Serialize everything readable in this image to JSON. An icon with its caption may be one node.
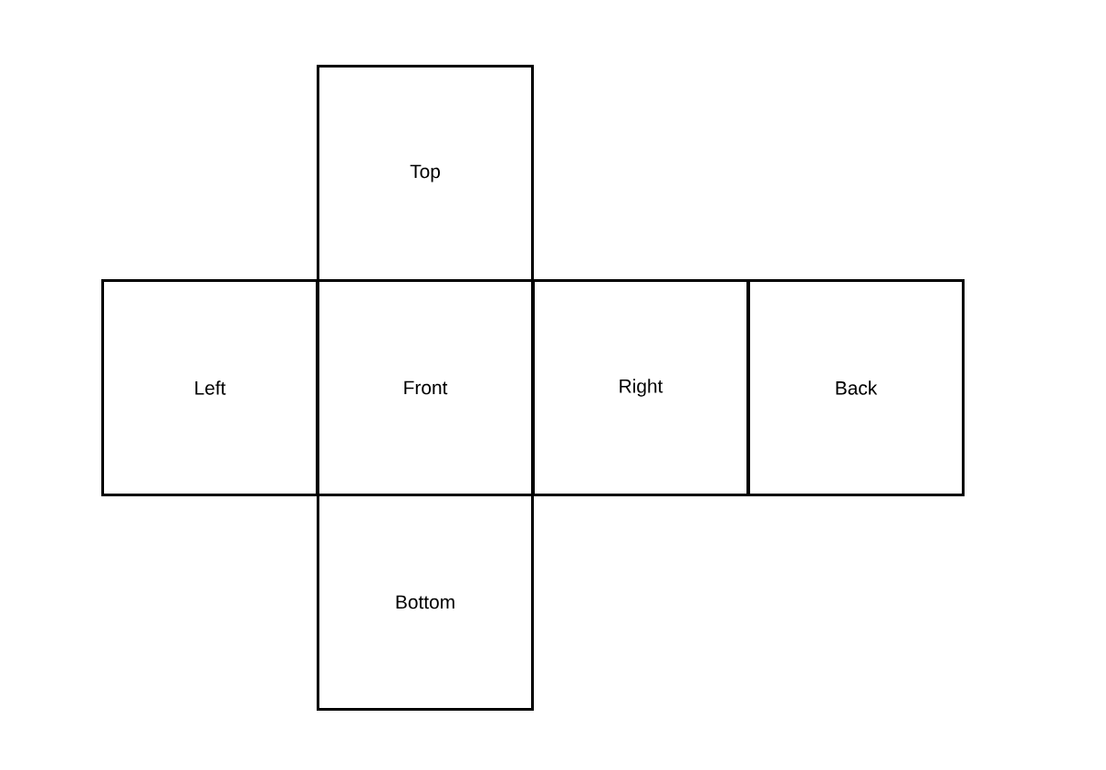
{
  "diagram": {
    "nodes": [
      {
        "text": [
          "Top"
        ]
      },
      {
        "text": [
          "Left"
        ]
      },
      {
        "text": [
          "Front"
        ]
      },
      {
        "text": [
          "Right"
        ]
      },
      {
        "text": [
          "Back"
        ]
      },
      {
        "text": [
          "Bottom"
        ]
      }
    ]
  }
}
